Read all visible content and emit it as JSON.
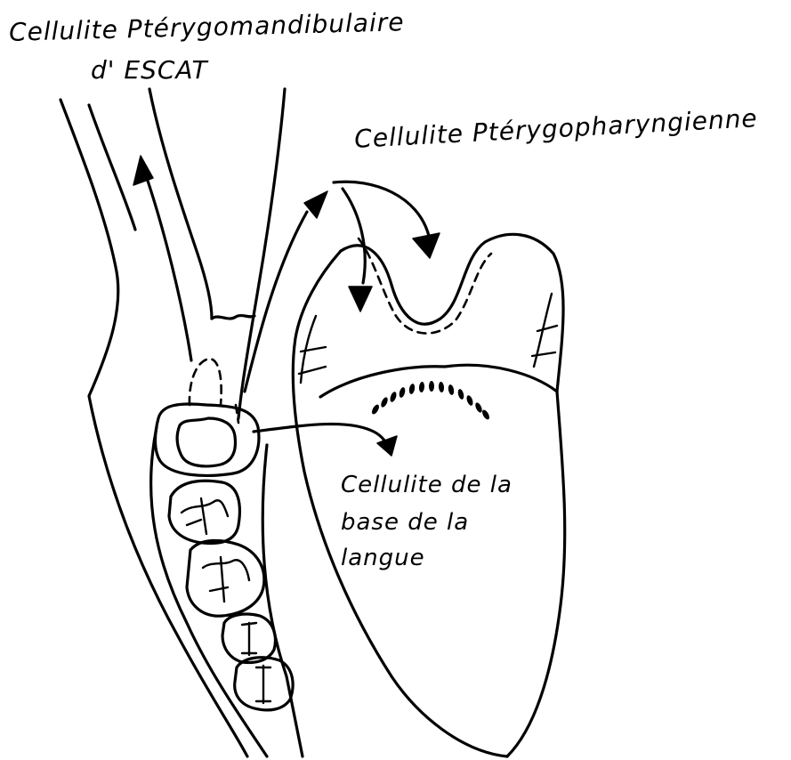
{
  "labels": {
    "escat_line1": "Cellulite Ptérygomandibulaire",
    "escat_line2": "d' ESCAT",
    "pterygopharyngienne": "Cellulite Ptérygopharyngienne",
    "base_line1": "Cellulite de la",
    "base_line2": "base de la",
    "base_line3": "langue"
  }
}
